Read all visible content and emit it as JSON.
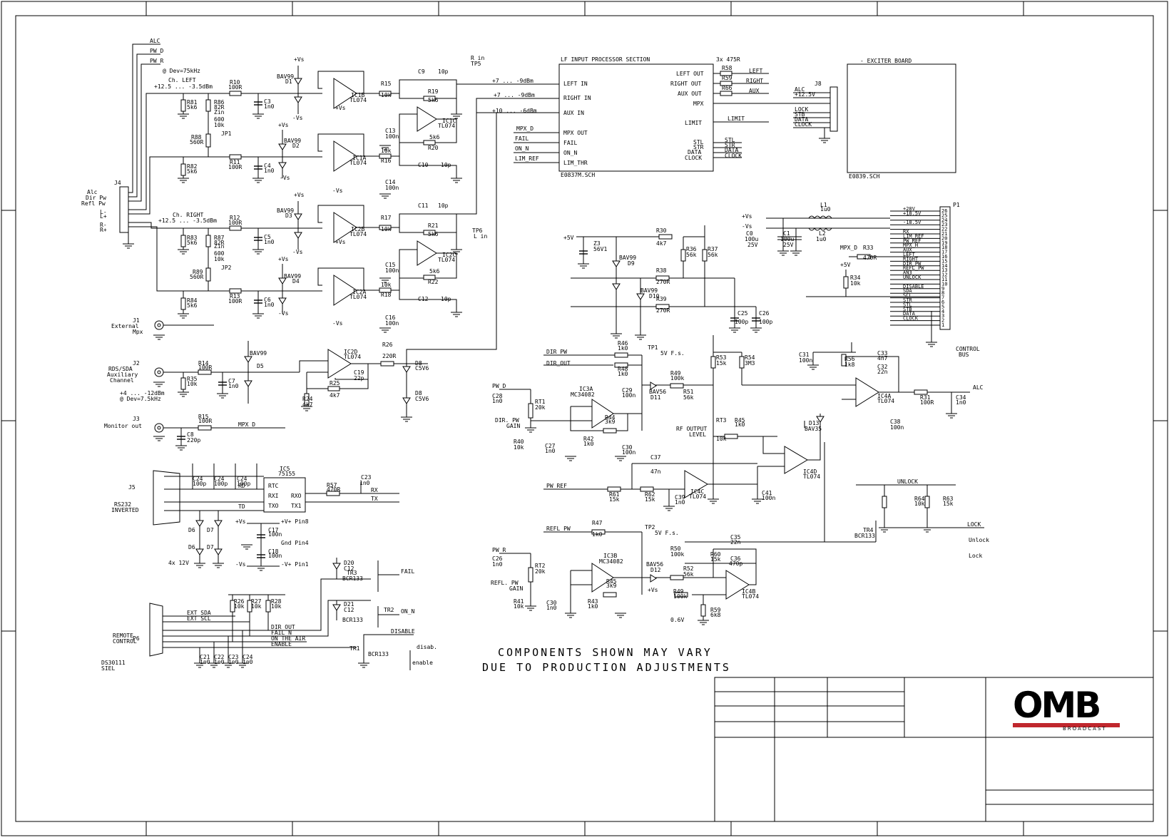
{
  "texts": {
    "alc": "ALC",
    "pw_d": "PW_D",
    "pw_r": "PW_R",
    "dev75": "@ Dev=75kHz",
    "ch_left": "Ch. LEFT",
    "lvl_left": "+12.5 ... -3.5dBm",
    "ch_right": "Ch. RIGHT",
    "lvl_right": "+12.5 ... -3.5dBm",
    "j4_alc": "Alc",
    "j4_dir": "Dir Pw",
    "j4_refl": "Refl Pw",
    "j4_l1": "L-",
    "j4_l2": "L+",
    "j4_r1": "R-",
    "j4_r2": "R+",
    "j4": "J4",
    "r51": "R81",
    "r51v": "5k6",
    "r86": "R86",
    "r86v": "82R",
    "r88": "R88",
    "r88v": "560R",
    "r82": "R82",
    "r82v": "5k6",
    "r87": "R87",
    "r87v": "82R",
    "r89": "R89",
    "r89v": "560R",
    "r83": "R83",
    "r83v": "5k6",
    "r84": "R84",
    "r84v": "5k6",
    "zin1": "Zin",
    "zin1a": "600",
    "zin1b": "10k",
    "jp1": "JP1",
    "zin2": "Zin",
    "zin2a": "600",
    "zin2b": "10k",
    "jp2": "JP2",
    "r10": "R10",
    "r10v": "100R",
    "r11": "R11",
    "r11v": "100R",
    "r12": "R12",
    "r12v": "100R",
    "r13": "R13",
    "r13v": "100R",
    "c3": "C3",
    "c3v": "1n0",
    "c4": "C4",
    "c4v": "1n0",
    "c5": "C5",
    "c5v": "1n0",
    "c6": "C6",
    "c6v": "1n0",
    "d1": "BAV99",
    "d1n": "D1",
    "d2": "BAV99",
    "d2n": "D2",
    "d3": "BAV99",
    "d3n": "D3",
    "d4": "BAV99",
    "d4n": "D4",
    "vp": "+Vs",
    "vm": "-Vs",
    "ic1b": "IC1B",
    "ic1a": "IC1A",
    "ic1c": "IC1C",
    "ic2b": "IC2B",
    "ic2a": "IC2A",
    "ic2c": "IC2C",
    "tl074": "TL074",
    "r15": "R15",
    "r15v": "10k",
    "r16": "R16",
    "r16v": "10k",
    "r17": "R17",
    "r17v": "10k",
    "r18": "R18",
    "r18v": "10k",
    "r19": "R19",
    "r19v": "5k6",
    "r20": "R20",
    "r20v": "5k6",
    "r21": "R21",
    "r21v": "5k6",
    "r22": "R22",
    "r22v": "5k6",
    "c9": "C9",
    "c9v": "10p",
    "c10": "C10",
    "c10v": "10p",
    "c11": "C11",
    "c11v": "10p",
    "c12": "C12",
    "c12v": "10p",
    "c13": "C13",
    "c13v": "100n",
    "c14": "C14",
    "c14v": "100n",
    "c15": "C15",
    "c15v": "100n",
    "c16": "C16",
    "c16v": "100n",
    "rin": "R in",
    "tp5": "TP5",
    "tp6": "TP6",
    "lin": "L in",
    "lvl9a": "+7 ... -9dBm",
    "lvl9b": "+7 ... -9dBm",
    "lvl10": "+10 ... -6dBm",
    "lf_title": "LF INPUT PROCESSOR SECTION",
    "lf_file": "E0837M.SCH",
    "p_left": "LEFT IN",
    "p_right": "RIGHT IN",
    "p_aux": "AUX IN",
    "p_mpx": "MPX OUT",
    "p_fail": "FAIL",
    "p_on": "ON_N",
    "p_lim": "LIM_THR",
    "s_mpx": "MPX_D",
    "s_fail": "FAIL",
    "s_on": "ON_N",
    "s_lim": "LIM_REF",
    "o_left": "LEFT OUT",
    "o_right": "RIGHT OUT",
    "o_aux": "AUX OUT",
    "o_mpx": "MPX",
    "o_limit": "LIMIT",
    "o_stl": "STL",
    "o_str": "STR",
    "o_data": "DATA",
    "o_clock": "CLOCK",
    "x475": "3x 475R",
    "r58": "R58",
    "r59": "R59",
    "r66": "R66",
    "n_left": "LEFT",
    "n_right": "RIGHT",
    "n_aux": "AUX",
    "n_limit": "LIMIT",
    "n_stl": "STL",
    "n_str": "STR",
    "n_data": "DATA",
    "n_clock": "CLOCK",
    "exc_title": "- EXCITER BOARD",
    "exc_file": "E0839.SCH",
    "j8": "J8",
    "e_alc": "ALC",
    "e_12": "+12.5V",
    "e_lock": "LOCK",
    "e_stb": "STB",
    "e_data": "DATA",
    "e_clock": "CLOCK",
    "ext": "External",
    "mpx": "Mpx",
    "j1": "J1",
    "j2": "J2",
    "rds": "RDS/SDA",
    "auxch": "Auxiliary",
    "chan": "Channel",
    "lvl12": "+4 ... -12dBm",
    "dev7": "@ Dev=7.5kHz",
    "r14": "R14",
    "r14v": "100R",
    "r35": "R35",
    "r35v": "10k",
    "c7": "C7",
    "c7v": "1n0",
    "d5": "BAV99",
    "d5n": "D5",
    "ic2d": "IC2D",
    "r26": "R26",
    "r26v": "220R",
    "r24": "R24",
    "r24v": "4k7",
    "r25": "R25",
    "r25v": "4k7",
    "c19": "C19",
    "c19v": "22p",
    "d8": "D8",
    "d8v": "C5V6",
    "d9": "D8",
    "d9v": "C5V6",
    "j3": "J3",
    "monout": "Monitor out",
    "r15b": "R15",
    "r15bv": "100R",
    "mpx_d": "MPX_D",
    "c8": "C8",
    "c8v": "220p",
    "j5": "J5",
    "rs232": "RS232",
    "inverted": "INVERTED",
    "c25": "C24",
    "c25v": "100p",
    "c26": "C24",
    "c26v": "100p",
    "c27": "C24",
    "c27v": "100p",
    "ic5": "IC5",
    "ic5v": "75155",
    "rtc": "RTC",
    "rxi": "RXI",
    "txo": "TXO",
    "rxo": "RXO",
    "tx1": "TX1",
    "rd": "RD",
    "td": "TD",
    "rx": "RX",
    "tx": "TX",
    "r57": "R57",
    "r57v": "470R",
    "c23": "C23",
    "c23v": "1n0",
    "d6": "D6",
    "d7": "D7",
    "d6b": "D6",
    "d7b": "D7",
    "z12": "4x 12V",
    "c17": "C17",
    "c17v": "100n",
    "c18": "C18",
    "c18v": "100n",
    "vsp": "+Vs",
    "vsm": "-Vs",
    "pin8": "+V+ Pin8",
    "pin4": "Gnd Pin4",
    "pin1": "-V+ Pin1",
    "p6": "P6",
    "remote": "REMOTE",
    "control": "CONTROL",
    "r26b": "R26",
    "r26bv": "10k",
    "r27": "R27",
    "r27v": "10k",
    "r28": "R28",
    "r28v": "10k",
    "ext_sda": "EXT_SDA",
    "ext_scl": "EXT_SCL",
    "dir_out": "DIR_OUT",
    "fail_n": "FAIL_N",
    "on_the_air": "ON THE AIR",
    "enable": "ENABLE",
    "c21": "C21",
    "c22": "C22",
    "c23b": "C23",
    "c24": "C24",
    "c21v": "1n0",
    "d20": "D20",
    "d21": "D21",
    "c12a": "C12",
    "c12b": "C12",
    "tr3": "TR3",
    "tr3v": "BCR133",
    "tr2": "TR2",
    "tr2v": "BCR133",
    "tr1": "TR1",
    "tr1v": "BCR133",
    "fail": "FAIL",
    "on_n": "ON_N",
    "disable": "DISABLE",
    "disab": "disab.",
    "enab": "enable",
    "ds": "DS30111",
    "siel": "SIEL",
    "v5": "+5V",
    "z1": "Z3",
    "z1v": "56V1",
    "d9b": "BAV99",
    "d9bn": "D9",
    "d10": "BAV99",
    "d10n": "D10",
    "r30": "R30",
    "r30v": "4k7",
    "r36": "R36",
    "r36v": "56k",
    "r37": "R37",
    "r37v": "56k",
    "r38": "R38",
    "r38v": "270R",
    "r39": "R39",
    "r39v": "270R",
    "c25b": "C25",
    "c25bv": "100p",
    "c26b": "C26",
    "c26bv": "100p",
    "vpcb": "+Vs",
    "vmcb": "-Vs",
    "c0": "C0",
    "c0v": "100u",
    "c0vv": "25V",
    "c1": "C1",
    "c1v": "100u",
    "c1vv": "25V",
    "l1": "L1",
    "l1v": "1u0",
    "l2": "L2",
    "l2v": "1u0",
    "mpx_r": "MPX_D",
    "r33": "R33",
    "r33v": "470R",
    "v5b": "+5V",
    "r34": "R34",
    "r34v": "10k",
    "p1": "P1",
    "bus": "CONTROL",
    "busb": "BUS",
    "dir_pw": "DIR_PW",
    "dir_out2": "DIR_OUT",
    "r46": "R46",
    "r46v": "1k0",
    "r48": "R48",
    "r48v": "1k0",
    "tp1": "TP1",
    "tp1v": "5V F.s.",
    "r49": "R49",
    "r49v": "100k",
    "r53": "R53",
    "r53v": "15k",
    "r54": "R54",
    "r54v": "3M3",
    "c31": "C31",
    "c31v": "100n",
    "r56": "R56",
    "r56v": "1k8",
    "c33": "C33",
    "c33v": "4n7",
    "c32": "C32",
    "c32v": "22n",
    "ic4a": "IC4A",
    "alc2": "ALC",
    "r31": "R31",
    "r31v": "100R",
    "c34": "C34",
    "c34v": "1n0",
    "pw_d2": "PW_D",
    "c28": "C28",
    "c28v": "1n0",
    "rt1": "RT1",
    "rt1v": "20k",
    "dirgain": "DIR. PW",
    "gain": "GAIN",
    "ic3a": "IC3A",
    "mc": "MC34082",
    "c29": "C29",
    "c29v": "100n",
    "d11": "BAV56",
    "d11n": "D11",
    "r51b": "R51",
    "r51bv": "56k",
    "r44": "R44",
    "r44v": "3k9",
    "r42": "R42",
    "r42v": "1k0",
    "c30": "C30",
    "c30v": "100n",
    "r40": "R40",
    "r40v": "10k",
    "c27b": "C27",
    "c27bv": "1n0",
    "rfout": "RF OUTPUT",
    "level": "LEVEL",
    "rt3": "RT3",
    "rt3v": "10k",
    "r45": "R45",
    "r45v": "1k0",
    "d13": "D13",
    "d13v": "BAV35",
    "c38": "C38",
    "c38v": "100n",
    "ic4d": "IC4D",
    "c37": "C37",
    "c37v": "47n",
    "ic4c": "IC4C",
    "pw_ref": "PW_REF",
    "r61": "R61",
    "r61v": "15k",
    "r62": "R62",
    "r62v": "15k",
    "c39": "C39",
    "c39v": "1n0",
    "c41": "C41",
    "c41v": "100n",
    "unlock": "UNLOCK",
    "r64": "R64",
    "r64v": "10k",
    "r63": "R63",
    "r63v": "15k",
    "tr4": "TR4",
    "tr4v": "BCR133",
    "lock": "LOCK",
    "unlock2": "Unlock",
    "lock2": "Lock",
    "refl_pw": "REFL_PW",
    "r47": "R47",
    "r47v": "1k0",
    "tp2": "TP2",
    "tp2v": "5V F.s.",
    "pw_r2": "PW_R",
    "c26c": "C26",
    "c26cv": "1n0",
    "rt2": "RT2",
    "rt2v": "20k",
    "reflgain": "REFL. PW",
    "gain2": "GAIN",
    "ic3b": "IC3B",
    "mc2": "MC34082",
    "r50": "R50",
    "r50v": "100k",
    "d12": "BAV56",
    "d12n": "D12",
    "r52": "R52",
    "r52v": "56k",
    "r45b": "R45",
    "r45bv": "3k9",
    "r43": "R43",
    "r43v": "1k0",
    "r41": "R41",
    "r41v": "10k",
    "c30b": "C30",
    "c30bv": "1n0",
    "r60": "R60",
    "r60v": "15k",
    "c35": "C35",
    "c35v": "22n",
    "c36": "C36",
    "c36v": "470p",
    "ic4b": "IC4B",
    "r49b": "R49",
    "r49bv": "100k",
    "r59v": "6k8",
    "v08": "0.6V",
    "vsmall": "+Vs",
    "note1": "COMPONENTS SHOWN MAY VARY",
    "note2": "DUE TO PRODUCTION ADJUSTMENTS",
    "logo": "OMB",
    "logo_sub": "BROADCAST"
  },
  "p1_pins": [
    {
      "name": "+28V",
      "n": "26"
    },
    {
      "name": "+18.5V",
      "n": "25"
    },
    {
      "name": "",
      "n": "24"
    },
    {
      "name": "-18.5V",
      "n": "23"
    },
    {
      "name": "",
      "n": "22"
    },
    {
      "name": "RX",
      "n": "21"
    },
    {
      "name": "LIM_REF",
      "n": "20"
    },
    {
      "name": "PW_REF",
      "n": "19"
    },
    {
      "name": "MPX_H",
      "n": "18"
    },
    {
      "name": "AUX",
      "n": "17"
    },
    {
      "name": "LEFT",
      "n": "16"
    },
    {
      "name": "RIGHT",
      "n": "15"
    },
    {
      "name": "DIR_PW",
      "n": "14"
    },
    {
      "name": "REFL_PW",
      "n": "13"
    },
    {
      "name": "AN3",
      "n": "12"
    },
    {
      "name": "UNLOCK",
      "n": "11"
    },
    {
      "name": "",
      "n": "10"
    },
    {
      "name": "DISABLE",
      "n": "9"
    },
    {
      "name": "SDA",
      "n": "8"
    },
    {
      "name": "SCL",
      "n": "7"
    },
    {
      "name": "STR",
      "n": "6"
    },
    {
      "name": "STL",
      "n": "5"
    },
    {
      "name": "STB",
      "n": "4"
    },
    {
      "name": "DATA",
      "n": "3"
    },
    {
      "name": "CLOCK",
      "n": "2"
    },
    {
      "name": "",
      "n": "1"
    }
  ],
  "colors": {
    "ink": "#000000",
    "logo_red": "#c0272d"
  }
}
